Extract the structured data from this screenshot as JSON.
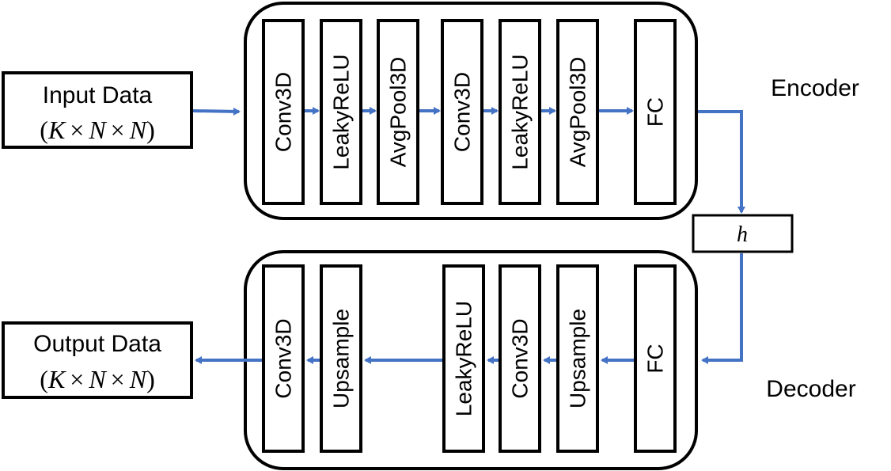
{
  "colors": {
    "arrow": "#4472C4",
    "stroke": "#000000",
    "fill": "#ffffff"
  },
  "input": {
    "title": "Input Data",
    "dims": {
      "k": "K",
      "times": "×",
      "n": "N"
    }
  },
  "output": {
    "title": "Output Data",
    "dims": {
      "k": "K",
      "times": "×",
      "n": "N"
    }
  },
  "encoder": {
    "label": "Encoder",
    "layers": [
      "Conv3D",
      "LeakyReLU",
      "AvgPool3D",
      "Conv3D",
      "LeakyReLU",
      "AvgPool3D",
      "FC"
    ]
  },
  "latent": {
    "label": "h"
  },
  "decoder": {
    "label": "Decoder",
    "layers": [
      "Conv3D",
      "Upsample",
      "LeakyReLU",
      "Conv3D",
      "Upsample",
      "FC"
    ]
  }
}
